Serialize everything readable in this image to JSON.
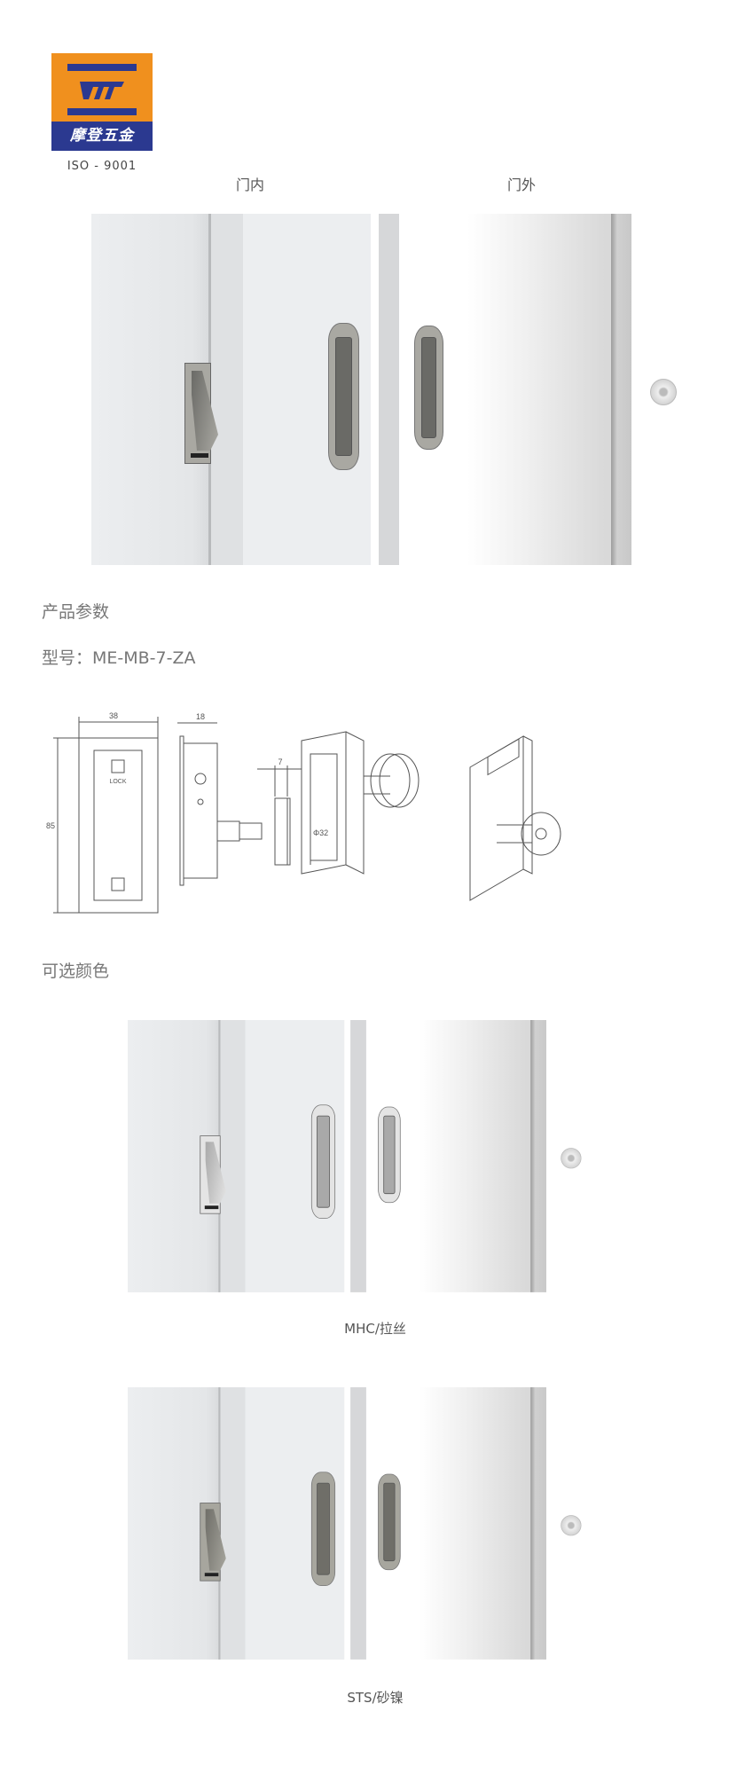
{
  "header": {
    "logo_text": "摩登五金",
    "logo_mark": "MT",
    "certification": "ISO - 9001"
  },
  "views": {
    "inside_label": "门内",
    "outside_label": "门外"
  },
  "specs": {
    "section_title": "产品参数",
    "model_label": "型号：ME-MB-7-ZA"
  },
  "drawing": {
    "width_label": "38",
    "height_label": "85",
    "depth_label": "18",
    "knob_thickness_label": "7",
    "knob_diameter_label": "Φ32",
    "lock_label": "LOCK"
  },
  "colors": {
    "section_title": "可选颜色",
    "options": [
      {
        "label": "MHC/拉丝",
        "handle_color": "#e4e4e4",
        "slot_color": "#a9a9a9"
      },
      {
        "label": "STS/砂镍",
        "handle_color": "#a7a69e",
        "slot_color": "#6f6e68"
      }
    ]
  },
  "main_finish": {
    "handle_color": "#a9a8a2",
    "slot_color": "#6a6a66"
  }
}
